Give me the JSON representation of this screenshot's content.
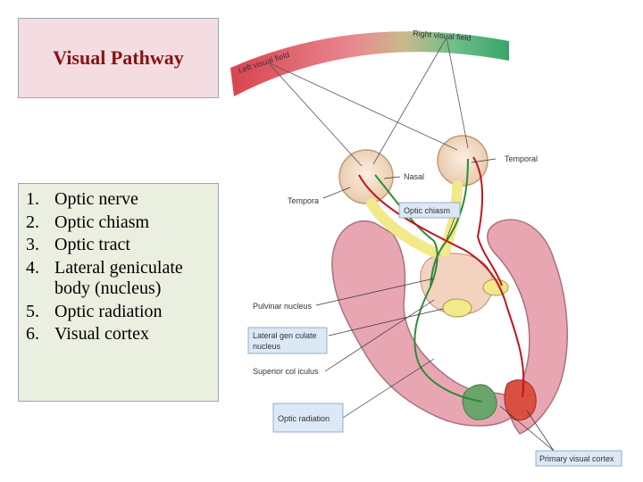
{
  "title": "Visual Pathway",
  "list": [
    {
      "num": "1.",
      "text": "Optic nerve"
    },
    {
      "num": "2.",
      "text": "Optic chiasm"
    },
    {
      "num": "3.",
      "text": "Optic tract"
    },
    {
      "num": "4.",
      "text": "Lateral geniculate body (nucleus)"
    },
    {
      "num": "5.",
      "text": "Optic radiation"
    },
    {
      "num": "6.",
      "text": "Visual cortex"
    }
  ],
  "diagram": {
    "left_field": "Left visual field",
    "right_field": "Right visual field",
    "temporal_right": "Temporal",
    "nasal": "Nasal",
    "temporal_left": "Tempora",
    "optic_chiasm": "Optic chiasm",
    "pulvinar": "Pulvinar nucleus",
    "lgn_line1": "Lateral gen culate",
    "lgn_line2": "nucleus",
    "superior_colliculus": "Superior col iculus",
    "optic_radiation": "Optic radiation",
    "primary_visual_cortex": "Primary visual cortex"
  },
  "colors": {
    "title": "#8a1111",
    "left_path": "#2e8b3a",
    "right_path": "#c0161b",
    "brain": "#e8a6b2"
  }
}
